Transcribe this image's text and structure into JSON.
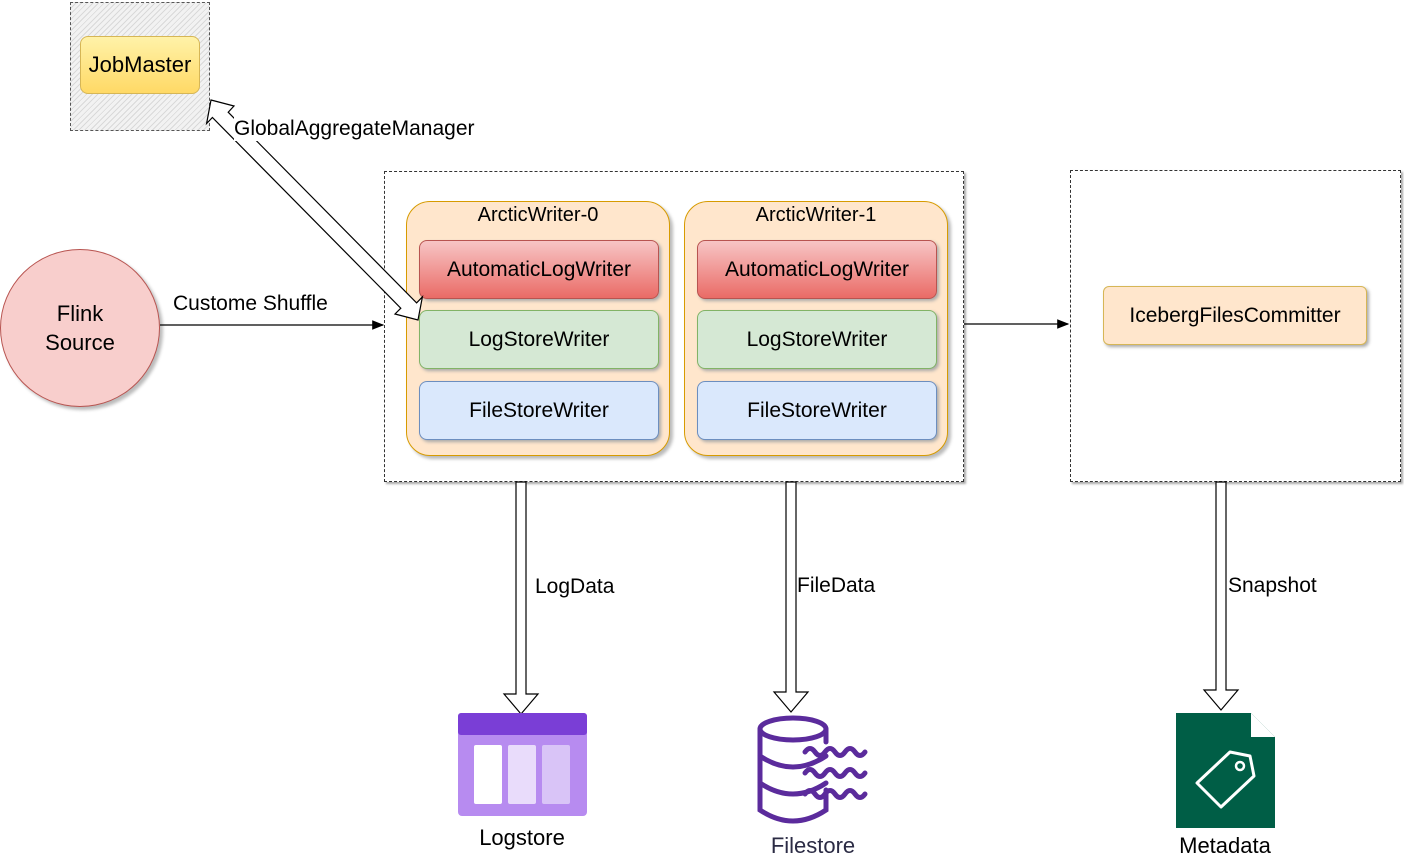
{
  "jobmaster": {
    "label": "JobMaster"
  },
  "flink_source": {
    "line1": "Flink",
    "line2": "Source"
  },
  "writers": [
    {
      "title": "ArcticWriter-0",
      "log_writer": "AutomaticLogWriter",
      "logstore_writer": "LogStoreWriter",
      "filestore_writer": "FileStoreWriter"
    },
    {
      "title": "ArcticWriter-1",
      "log_writer": "AutomaticLogWriter",
      "logstore_writer": "LogStoreWriter",
      "filestore_writer": "FileStoreWriter"
    }
  ],
  "committer": {
    "label": "IcebergFilesCommitter"
  },
  "edges": {
    "shuffle": "Custome Shuffle",
    "aggregate": "GlobalAggregateManager",
    "log_data": "LogData",
    "file_data": "FileData",
    "snapshot": "Snapshot"
  },
  "sinks": {
    "logstore": "Logstore",
    "filestore": "Filestore",
    "metadata": "Metadata"
  },
  "colors": {
    "logstore_icon": "#8a4fe0",
    "filestore_icon": "#5b2b9c",
    "metadata_icon": "#005e46"
  }
}
